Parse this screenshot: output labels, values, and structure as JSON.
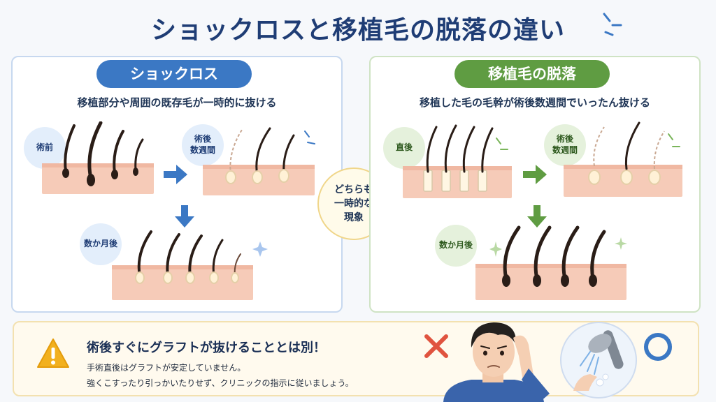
{
  "title": "ショックロスと移植毛の脱落の違い",
  "left_panel": {
    "heading": "ショックロス",
    "subtitle": "移植部分や周囲の既存毛が一時的に抜ける",
    "stage_before": "術前",
    "stage_after_weeks": [
      "術後",
      "数週間"
    ],
    "stage_after_months": "数か月後"
  },
  "center": {
    "lines": [
      "どちらも",
      "一時的な",
      "現象"
    ]
  },
  "right_panel": {
    "heading": "移植毛の脱落",
    "subtitle": "移植した毛の毛幹が術後数週間でいったん抜ける",
    "stage_just_after": "直後",
    "stage_after_weeks": [
      "術後",
      "数週間"
    ],
    "stage_after_months": "数か月後"
  },
  "warning": {
    "title": "術後すぐにグラフトが抜けることとは別！",
    "line1": "手術直後はグラフトが安定していません。",
    "line2": "強くこすったり引っかいたりせず、クリニックの指示に従いましょう。"
  },
  "colors": {
    "title": "#1f3d75",
    "left_accent": "#3b78c4",
    "right_accent": "#5f9c42",
    "skin": "#f6cbb8",
    "warning": "#f2b01e",
    "x_mark": "#e0533f",
    "o_mark": "#3b78c4"
  },
  "icons": [
    "warning-triangle-icon",
    "cross-mark-icon",
    "circle-mark-icon",
    "sparkle-icon",
    "arrow-icon"
  ]
}
